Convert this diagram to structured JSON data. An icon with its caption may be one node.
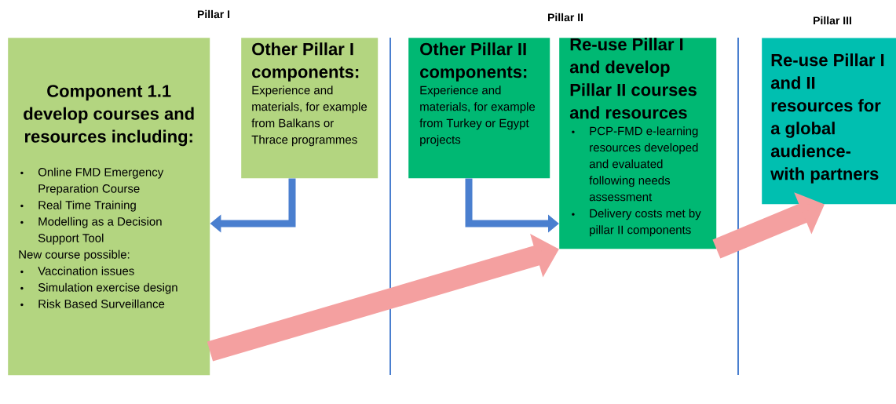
{
  "diagram": {
    "nodes": [
      {
        "text": [
          "Component 1.1 develop courses and resources including:",
          "Online FMD Emergency Preparation Course",
          "Real Time Training",
          "Modelling as a Decision Support Tool",
          "New course possible:",
          "Vaccination issues",
          "Simulation exercise design",
          "Risk Based Surveillance"
        ]
      },
      {
        "text": [
          "Other Pillar I components:",
          "Experience and materials, for example from Balkans or Thrace programmes"
        ]
      },
      {
        "text": [
          "Other Pillar II components:",
          "Experience and materials, for example from Turkey or Egypt projects"
        ]
      },
      {
        "text": [
          "Re-use Pillar I and develop Pillar II courses and resources",
          "PCP-FMD e-learning resources developed and evaluated following needs assessment",
          "Delivery costs met by pillar II components"
        ]
      },
      {
        "text": [
          "Re-use Pillar I and II resources for a global audience- with partners"
        ]
      }
    ],
    "edges": [
      {
        "from": 1,
        "to": 0,
        "arrow": "to",
        "color": "#4a7fcf"
      },
      {
        "from": 2,
        "to": 3,
        "arrow": "to",
        "color": "#4a7fcf"
      },
      {
        "from": 0,
        "to": 3,
        "arrow": "to",
        "style": "thick",
        "color": "#f4a0a0"
      },
      {
        "from": 3,
        "to": 4,
        "arrow": "to",
        "style": "thick",
        "color": "#f4a0a0"
      }
    ],
    "labels": [
      "Pillar I",
      "Pillar II",
      "Pillar III"
    ]
  }
}
